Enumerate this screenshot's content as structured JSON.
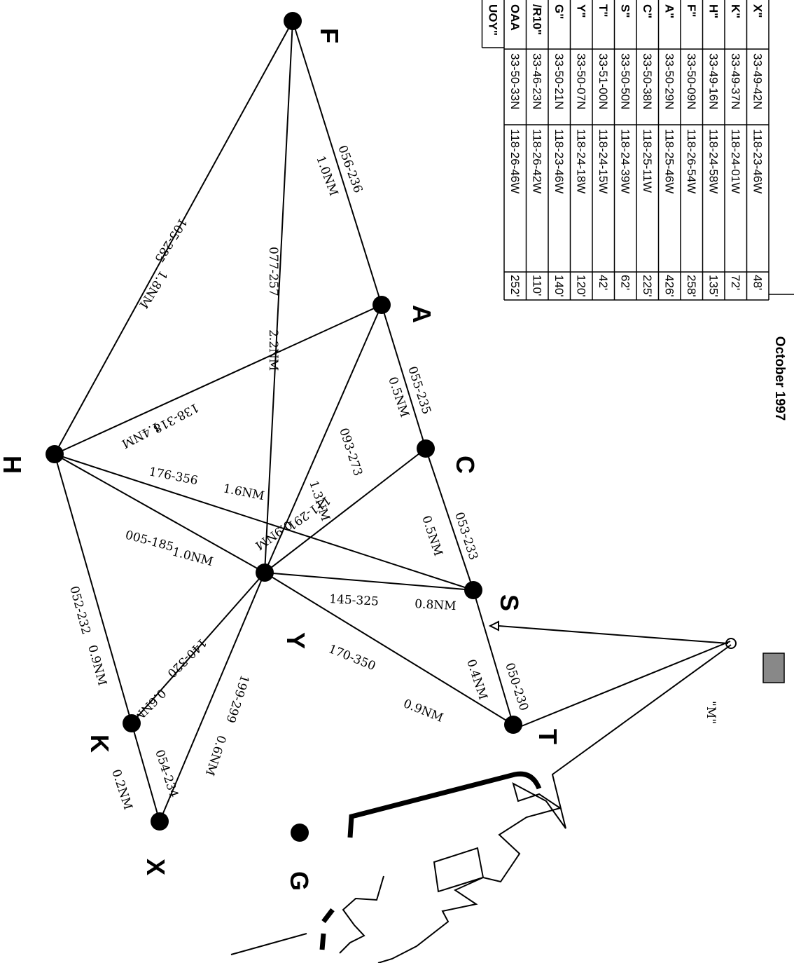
{
  "points": [
    {
      "id": "F",
      "label": "F"
    },
    {
      "id": "A",
      "label": "A"
    },
    {
      "id": "C",
      "label": "C"
    },
    {
      "id": "S",
      "label": "S"
    },
    {
      "id": "T",
      "label": "T"
    },
    {
      "id": "Y",
      "label": "Y"
    },
    {
      "id": "H",
      "label": "H"
    },
    {
      "id": "K",
      "label": "K"
    },
    {
      "id": "X",
      "label": "X"
    },
    {
      "id": "G",
      "label": "G"
    }
  ],
  "segments": [
    {
      "from": "F",
      "to": "A",
      "bearing": "056-236",
      "distance": "1.0NM"
    },
    {
      "from": "F",
      "to": "H",
      "bearing": "105-285",
      "distance": "1.8NM"
    },
    {
      "from": "F",
      "to": "Y",
      "bearing": "077-257",
      "distance": "2.2NM"
    },
    {
      "from": "A",
      "to": "C",
      "bearing": "055-235",
      "distance": "0.5NM"
    },
    {
      "from": "A",
      "to": "H",
      "bearing": "138-318",
      "distance": "1.4NM"
    },
    {
      "from": "A",
      "to": "Y",
      "bearing": "093-273",
      "distance": "1.3NM"
    },
    {
      "from": "C",
      "to": "S",
      "bearing": "053-233",
      "distance": "0.5NM"
    },
    {
      "from": "C",
      "to": "Y",
      "bearing": "111-291",
      "distance": "0.9NM"
    },
    {
      "from": "H",
      "to": "S",
      "bearing": "176-356",
      "distance": "1.6NM"
    },
    {
      "from": "H",
      "to": "Y",
      "bearing": "005-185",
      "distance": "1.0NM"
    },
    {
      "from": "H",
      "to": "K",
      "bearing": "052-232",
      "distance": "0.9NM"
    },
    {
      "from": "Y",
      "to": "S",
      "bearing": "145-325",
      "distance": "0.8NM"
    },
    {
      "from": "Y",
      "to": "T",
      "bearing": "170-350",
      "distance": "0.9NM"
    },
    {
      "from": "Y",
      "to": "K",
      "bearing": "140-320",
      "distance": "0.6NM"
    },
    {
      "from": "Y",
      "to": "X",
      "bearing": "199-299",
      "distance": "0.6NM"
    },
    {
      "from": "S",
      "to": "T",
      "bearing": "050-230",
      "distance": "0.4NM"
    },
    {
      "from": "K",
      "to": "X",
      "bearing": "054-234",
      "distance": "0.2NM"
    }
  ],
  "marker_label": "\"M\"",
  "coord_table": {
    "title": "October 1997",
    "rows": [
      {
        "name": "X\"",
        "lat": "33-49-42N",
        "lon": "118-23-46W",
        "elev": "48'"
      },
      {
        "name": "K\"",
        "lat": "33-49-37N",
        "lon": "118-24-01W",
        "elev": "72'"
      },
      {
        "name": "H\"",
        "lat": "33-49-16N",
        "lon": "118-24-58W",
        "elev": "135'"
      },
      {
        "name": "F\"",
        "lat": "33-50-09N",
        "lon": "118-26-54W",
        "elev": "258'"
      },
      {
        "name": "A\"",
        "lat": "33-50-29N",
        "lon": "118-25-46W",
        "elev": "426'"
      },
      {
        "name": "C\"",
        "lat": "33-50-38N",
        "lon": "118-25-11W",
        "elev": "225'"
      },
      {
        "name": "S\"",
        "lat": "33-50-50N",
        "lon": "118-24-39W",
        "elev": "62'"
      },
      {
        "name": "T\"",
        "lat": "33-51-00N",
        "lon": "118-24-15W",
        "elev": "42'"
      },
      {
        "name": "Y\"",
        "lat": "33-50-07N",
        "lon": "118-24-18W",
        "elev": "120'"
      },
      {
        "name": "G\"",
        "lat": "33-50-21N",
        "lon": "118-23-46W",
        "elev": "140'"
      },
      {
        "name": "/R10\"",
        "lat": "33-46-23N",
        "lon": "118-26-42W",
        "elev": "110'"
      },
      {
        "name": "OAA",
        "lat": "33-50-33N",
        "lon": "118-26-46W",
        "elev": "252'"
      },
      {
        "name": "UOY\"",
        "lat": "",
        "lon": "",
        "elev": ""
      }
    ]
  }
}
